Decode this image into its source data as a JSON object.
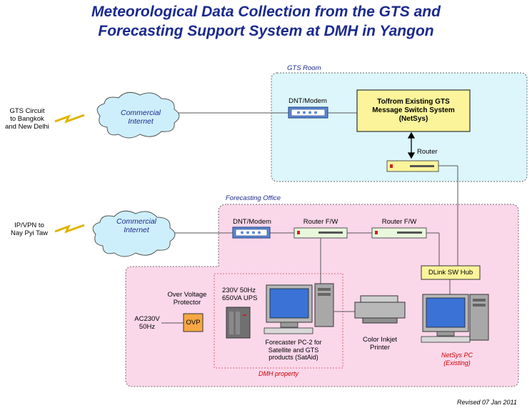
{
  "title": {
    "line1": "Meteorological Data Collection from the GTS and",
    "line2": "Forecasting Support System at DMH in Yangon"
  },
  "gts_room": {
    "label": "GTS Room",
    "modem_label": "DNT/Modem",
    "netsys_box": [
      "To/from Existing GTS",
      "Message Switch System",
      "(NetSys)"
    ],
    "router_label": "Router"
  },
  "forecasting_office": {
    "label": "Forecasting  Office",
    "modem_label": "DNT/Modem",
    "router1_label": "Router F/W",
    "router2_label": "Router F/W",
    "hub_label": "DLink SW Hub",
    "ups_label": [
      "230V 50Hz",
      "650VA UPS"
    ],
    "ovp_title": [
      "Over Voltage",
      "Protector"
    ],
    "ovp_box": "OVP",
    "ac_label": [
      "AC230V",
      "50Hz"
    ],
    "pc2_label": [
      "Forecaster PC-2 for",
      "Satellite and GTS",
      "products (SatAid)"
    ],
    "printer_label": [
      "Color Inkjet",
      "Printer"
    ],
    "netsys_pc_label": [
      "NetSys PC",
      "(Existing)"
    ],
    "dmh_property": "DMH property"
  },
  "external": {
    "gts_circuit": [
      "GTS Circuit",
      "to Bangkok",
      "and New Delhi"
    ],
    "ipvpn": [
      "IP/VPN to",
      "Nay Pyi Taw"
    ],
    "cloud1": [
      "Commercial",
      "Internet"
    ],
    "cloud2": [
      "Commercial",
      "Internet"
    ]
  },
  "footer": {
    "revised": "Revised 07 Jan 2011"
  },
  "colors": {
    "title": "#1b2a8e",
    "gts_room_fill": "#dcf6fb",
    "office_fill": "#fbd7ea",
    "cloud_fill": "#cdeffb",
    "netsys_fill": "#fbf49a",
    "hub_fill": "#fbf49a",
    "router_fill": "#e9f7dc",
    "ovp_fill": "#f7a744",
    "red_text": "#cc0000"
  }
}
